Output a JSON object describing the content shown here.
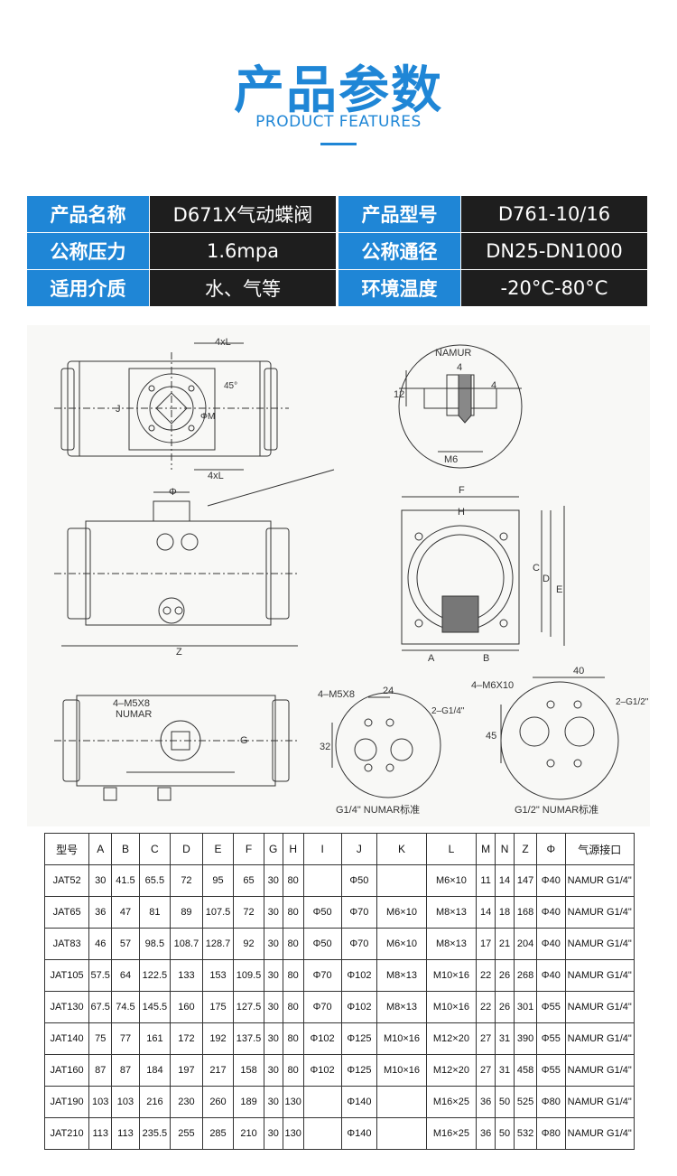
{
  "header": {
    "title": "产品参数",
    "subtitle": "PRODUCT FEATURES"
  },
  "specs": [
    {
      "label1": "产品名称",
      "value1": "D671X气动蝶阀",
      "label2": "产品型号",
      "value2": "D761-10/16"
    },
    {
      "label1": "公称压力",
      "value1": "1.6mpa",
      "label2": "公称通径",
      "value2": "DN25-DN1000"
    },
    {
      "label1": "适用介质",
      "value1": "水、气等",
      "label2": "环境温度",
      "value2": "-20°C-80°C"
    }
  ],
  "drawing": {
    "labels": {
      "four_xl_top": "4xL",
      "four_xl_bottom": "4xL",
      "deg45": "45°",
      "j": "J",
      "phi_m": "ΦM",
      "namur": "NAMUR",
      "n4": "4",
      "n4b": "4",
      "n12": "12",
      "m6": "M6",
      "phi": "Φ",
      "f": "F",
      "h": "H",
      "c": "C",
      "d": "D",
      "e": "E",
      "a": "A",
      "b": "B",
      "z": "Z",
      "m5x8_a": "4–M5X8",
      "numar": "NUMAR",
      "g": "G",
      "m5x8_b": "4–M5X8",
      "n24": "24",
      "g14": "2–G1/4\"",
      "n32": "32",
      "caption1": "G1/4\" NUMAR标准",
      "m6x10": "4–M6X10",
      "n40": "40",
      "g12": "2–G1/2\"",
      "n45": "45",
      "caption2": "G1/2\" NUMAR标准"
    }
  },
  "table": {
    "headers": [
      "型号",
      "A",
      "B",
      "C",
      "D",
      "E",
      "F",
      "G",
      "H",
      "I",
      "J",
      "K",
      "L",
      "M",
      "N",
      "Z",
      "Φ",
      "气源接口"
    ],
    "rows": [
      [
        "JAT52",
        "30",
        "41.5",
        "65.5",
        "72",
        "95",
        "65",
        "30",
        "80",
        "",
        "Φ50",
        "",
        "M6×10",
        "11",
        "14",
        "147",
        "Φ40",
        "NAMUR G1/4\""
      ],
      [
        "JAT65",
        "36",
        "47",
        "81",
        "89",
        "107.5",
        "72",
        "30",
        "80",
        "Φ50",
        "Φ70",
        "M6×10",
        "M8×13",
        "14",
        "18",
        "168",
        "Φ40",
        "NAMUR G1/4\""
      ],
      [
        "JAT83",
        "46",
        "57",
        "98.5",
        "108.7",
        "128.7",
        "92",
        "30",
        "80",
        "Φ50",
        "Φ70",
        "M6×10",
        "M8×13",
        "17",
        "21",
        "204",
        "Φ40",
        "NAMUR G1/4\""
      ],
      [
        "JAT105",
        "57.5",
        "64",
        "122.5",
        "133",
        "153",
        "109.5",
        "30",
        "80",
        "Φ70",
        "Φ102",
        "M8×13",
        "M10×16",
        "22",
        "26",
        "268",
        "Φ40",
        "NAMUR G1/4\""
      ],
      [
        "JAT130",
        "67.5",
        "74.5",
        "145.5",
        "160",
        "175",
        "127.5",
        "30",
        "80",
        "Φ70",
        "Φ102",
        "M8×13",
        "M10×16",
        "22",
        "26",
        "301",
        "Φ55",
        "NAMUR G1/4\""
      ],
      [
        "JAT140",
        "75",
        "77",
        "161",
        "172",
        "192",
        "137.5",
        "30",
        "80",
        "Φ102",
        "Φ125",
        "M10×16",
        "M12×20",
        "27",
        "31",
        "390",
        "Φ55",
        "NAMUR G1/4\""
      ],
      [
        "JAT160",
        "87",
        "87",
        "184",
        "197",
        "217",
        "158",
        "30",
        "80",
        "Φ102",
        "Φ125",
        "M10×16",
        "M12×20",
        "27",
        "31",
        "458",
        "Φ55",
        "NAMUR G1/4\""
      ],
      [
        "JAT190",
        "103",
        "103",
        "216",
        "230",
        "260",
        "189",
        "30",
        "130",
        "",
        "Φ140",
        "",
        "M16×25",
        "36",
        "50",
        "525",
        "Φ80",
        "NAMUR G1/4\""
      ],
      [
        "JAT210",
        "113",
        "113",
        "235.5",
        "255",
        "285",
        "210",
        "30",
        "130",
        "",
        "Φ140",
        "",
        "M16×25",
        "36",
        "50",
        "532",
        "Φ80",
        "NAMUR G1/4\""
      ]
    ]
  }
}
